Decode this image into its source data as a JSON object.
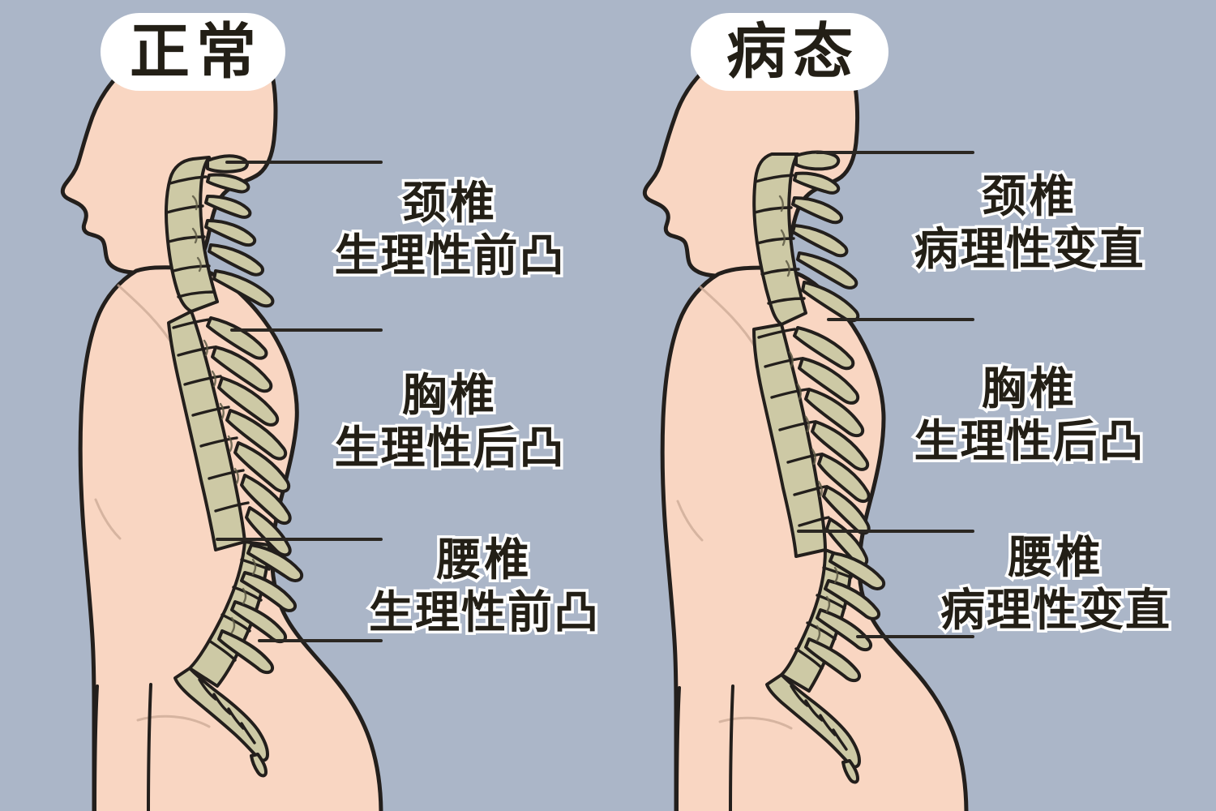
{
  "figure": {
    "type": "medical-anatomy-comparison-diagram",
    "subject": "spinal-curvature-lateral-view",
    "background_color": "#abb6c8",
    "skin_color": "#f9d6c2",
    "bone_color": "#cdc9a5",
    "outline_color": "#231f1c",
    "label_text_color": "#231f16",
    "label_stroke_color": "#ffffff",
    "leader_line_color": "#2b2722"
  },
  "panels": [
    {
      "id": "normal",
      "title": "正常",
      "annotations": [
        {
          "id": "cervical",
          "region": "cervical-spine",
          "line1": "颈椎",
          "line2": "生理性前凸"
        },
        {
          "id": "thoracic",
          "region": "thoracic-spine",
          "line1": "胸椎",
          "line2": "生理性后凸"
        },
        {
          "id": "lumbar",
          "region": "lumbar-spine",
          "line1": "腰椎",
          "line2": "生理性前凸"
        }
      ]
    },
    {
      "id": "pathological",
      "title": "病态",
      "annotations": [
        {
          "id": "cervical",
          "region": "cervical-spine",
          "line1": "颈椎",
          "line2": "病理性变直"
        },
        {
          "id": "thoracic",
          "region": "thoracic-spine",
          "line1": "胸椎",
          "line2": "生理性后凸"
        },
        {
          "id": "lumbar",
          "region": "lumbar-spine",
          "line1": "腰椎",
          "line2": "病理性变直"
        }
      ]
    }
  ]
}
